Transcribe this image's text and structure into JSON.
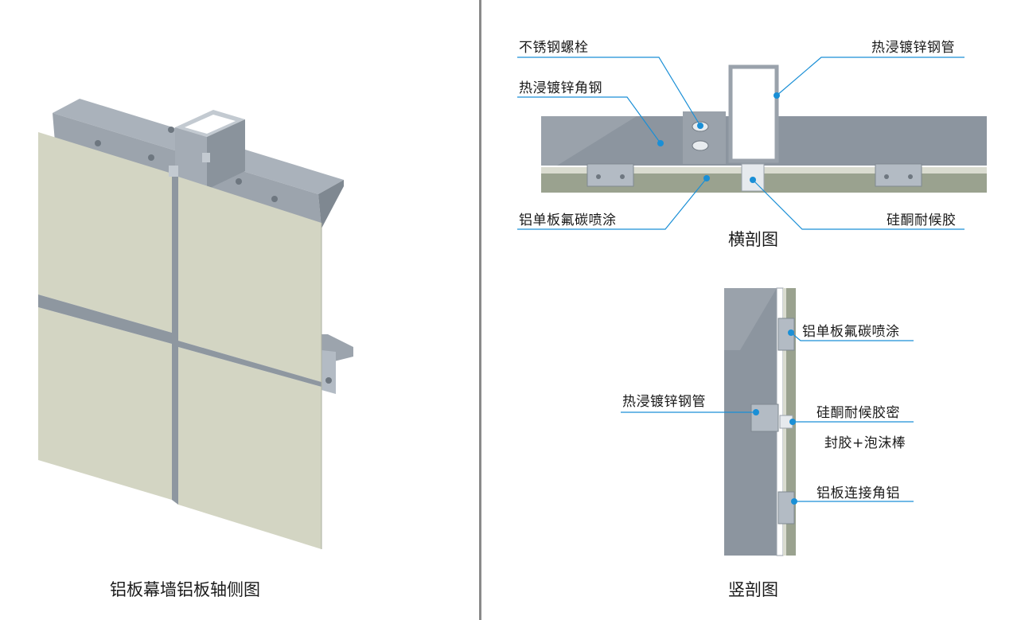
{
  "left": {
    "caption": "铝板幕墙铝板轴侧图"
  },
  "horizontal_section": {
    "caption": "横剖图",
    "labels": {
      "bolt": "不锈钢螺栓",
      "angle_steel": "热浸镀锌角钢",
      "steel_tube": "热浸镀锌钢管",
      "panel_coating": "铝单板氟碳喷涂",
      "sealant": "硅酮耐候胶"
    }
  },
  "vertical_section": {
    "caption": "竖剖图",
    "labels": {
      "panel_coating": "铝单板氟碳喷涂",
      "steel_tube": "热浸镀锌钢管",
      "sealant_line1": "硅酮耐候胶密",
      "sealant_line2": "封胶+泡沫棒",
      "connector": "铝板连接角铝"
    }
  },
  "colors": {
    "panel": "#d3d5c3",
    "panel_edge": "#aeb1a2",
    "steel": "#8c959f",
    "steel_light": "#b3bbc4",
    "steel_dark": "#6e7780",
    "leader": "#1a8fd6",
    "divider": "#8a8a8a"
  }
}
